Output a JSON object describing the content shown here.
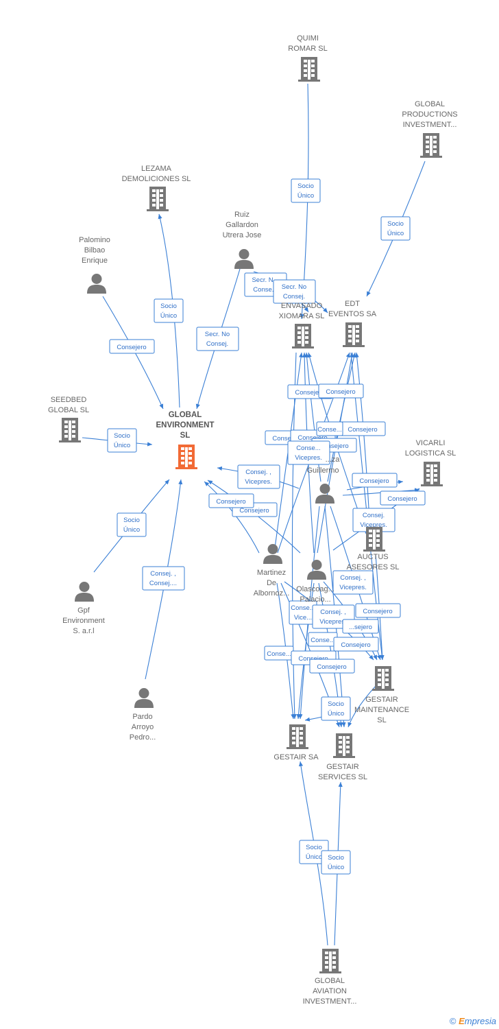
{
  "colors": {
    "edge": "#3a7fd5",
    "node": "#777777",
    "focus": "#f26a35",
    "text": "#666666"
  },
  "nodes": [
    {
      "id": "quimi",
      "type": "company",
      "lines": [
        "QUIMI",
        "ROMAR SL"
      ]
    },
    {
      "id": "globalprod",
      "type": "company",
      "lines": [
        "GLOBAL",
        "PRODUCTIONS",
        "INVESTMENT..."
      ]
    },
    {
      "id": "lezama",
      "type": "company",
      "lines": [
        "LEZAMA",
        "DEMOLICIONES SL"
      ]
    },
    {
      "id": "ruiz",
      "type": "person",
      "lines": [
        "Ruiz",
        "Gallardon",
        "Utrera Jose"
      ]
    },
    {
      "id": "palomino",
      "type": "person",
      "lines": [
        "Palomino",
        "Bilbao",
        "Enrique"
      ]
    },
    {
      "id": "envasado",
      "type": "company",
      "lines": [
        "ENVASADO",
        "XIOMARA SL"
      ]
    },
    {
      "id": "edt",
      "type": "company",
      "lines": [
        "EDT",
        "EVENTOS SA"
      ]
    },
    {
      "id": "seedbed",
      "type": "company",
      "lines": [
        "SEEDBED",
        "GLOBAL  SL"
      ]
    },
    {
      "id": "globalenv",
      "type": "focus",
      "lines": [
        "GLOBAL",
        "ENVIRONMENT",
        "SL"
      ]
    },
    {
      "id": "vicarli",
      "type": "company",
      "lines": [
        "VICARLI",
        "LOGISTICA  SL"
      ]
    },
    {
      "id": "guillermo",
      "type": "person",
      "lines": [
        "...za",
        "Guillermo"
      ]
    },
    {
      "id": "auctus",
      "type": "company",
      "lines": [
        "AUCTUS",
        "ASESORES  SL"
      ]
    },
    {
      "id": "martinez",
      "type": "person",
      "lines": [
        "Martinez",
        "De",
        "Albornoz..."
      ]
    },
    {
      "id": "olascoaga",
      "type": "person",
      "lines": [
        "Olascoag...",
        "Palacio..."
      ]
    },
    {
      "id": "gpf",
      "type": "person",
      "lines": [
        "Gpf",
        "Environment",
        "S. a.r.l"
      ]
    },
    {
      "id": "pardo",
      "type": "person",
      "lines": [
        "Pardo",
        "Arroyo",
        "Pedro..."
      ]
    },
    {
      "id": "gestairmaint",
      "type": "company",
      "lines": [
        "GESTAIR",
        "MAINTENANCE",
        "SL"
      ]
    },
    {
      "id": "gestairsa",
      "type": "company",
      "lines": [
        "GESTAIR SA"
      ]
    },
    {
      "id": "gestairserv",
      "type": "company",
      "lines": [
        "GESTAIR",
        "SERVICES  SL"
      ]
    },
    {
      "id": "globalaviation",
      "type": "company",
      "lines": [
        "GLOBAL",
        "AVIATION",
        "INVESTMENT..."
      ]
    }
  ],
  "edge_labels": [
    {
      "id": "e-quimi-envasado",
      "lines": [
        "Socio",
        "Único"
      ]
    },
    {
      "id": "e-globalprod-edt",
      "lines": [
        "Socio",
        "Único"
      ]
    },
    {
      "id": "e-globalenv-lezama",
      "lines": [
        "Socio",
        "Único"
      ]
    },
    {
      "id": "e-ruiz-globalenv",
      "lines": [
        "Secr.  No",
        "Consej."
      ]
    },
    {
      "id": "e-ruiz-envasado-a",
      "lines": [
        "Secr.  N...",
        "Conse..."
      ]
    },
    {
      "id": "e-ruiz-envasado-b",
      "lines": [
        "Secr.  No",
        "Consej."
      ]
    },
    {
      "id": "e-palomino-globalenv",
      "lines": [
        "Consejero"
      ]
    },
    {
      "id": "e-seedbed-globalenv",
      "lines": [
        "Socio",
        "Único"
      ]
    },
    {
      "id": "e-gpf-globalenv",
      "lines": [
        "Socio",
        "Único"
      ]
    },
    {
      "id": "e-pardo-globalenv",
      "lines": [
        "Consej. ,",
        "Consej...."
      ]
    },
    {
      "id": "e-guillermo-globalenv",
      "lines": [
        "Consej. ,",
        "Vicepres."
      ]
    },
    {
      "id": "e-martinez-globalenv",
      "lines": [
        "Consejero"
      ]
    },
    {
      "id": "e-olascoaga-globalenv",
      "lines": [
        "Consejero"
      ]
    },
    {
      "id": "e-c1",
      "lines": [
        "Consejero"
      ]
    },
    {
      "id": "e-c2",
      "lines": [
        "Consejero"
      ]
    },
    {
      "id": "e-c3",
      "lines": [
        "Consejero"
      ]
    },
    {
      "id": "e-c4",
      "lines": [
        "Consejero"
      ]
    },
    {
      "id": "e-c5",
      "lines": [
        "Consejero"
      ]
    },
    {
      "id": "e-c6",
      "lines": [
        "Consejero"
      ]
    },
    {
      "id": "e-c7",
      "lines": [
        "Conse..."
      ]
    },
    {
      "id": "e-cv1",
      "lines": [
        "Conse...",
        "Vicepres."
      ]
    },
    {
      "id": "e-guillermo-vicarli-a",
      "lines": [
        "Consejero"
      ]
    },
    {
      "id": "e-guillermo-vicarli-b",
      "lines": [
        "Consejero"
      ]
    },
    {
      "id": "e-guillermo-vicarli-c",
      "lines": [
        "Consej.",
        "Vicepres."
      ]
    },
    {
      "id": "e-cv2",
      "lines": [
        "Consej. ,",
        "Vicepres."
      ]
    },
    {
      "id": "e-cv3",
      "lines": [
        "Conse...",
        "Vice..."
      ]
    },
    {
      "id": "e-cv4",
      "lines": [
        "Consej. ,",
        "Vicepres."
      ]
    },
    {
      "id": "e-c8",
      "lines": [
        "Consejero"
      ]
    },
    {
      "id": "e-c9",
      "lines": [
        "...sejero"
      ]
    },
    {
      "id": "e-c10",
      "lines": [
        "Conse..."
      ]
    },
    {
      "id": "e-c11",
      "lines": [
        "Consejero"
      ]
    },
    {
      "id": "e-c12",
      "lines": [
        "Conse..."
      ]
    },
    {
      "id": "e-c13",
      "lines": [
        "Consejero"
      ]
    },
    {
      "id": "e-c14",
      "lines": [
        "Consejero"
      ]
    },
    {
      "id": "e-gestair-su",
      "lines": [
        "Socio",
        "Único"
      ]
    },
    {
      "id": "e-aviation-gestairsa",
      "lines": [
        "Socio",
        "Único"
      ]
    },
    {
      "id": "e-aviation-gestairserv",
      "lines": [
        "Socio",
        "Único"
      ]
    }
  ],
  "footer": {
    "copyright": "©",
    "brand_initial": "E",
    "brand_rest": "mpresia"
  }
}
